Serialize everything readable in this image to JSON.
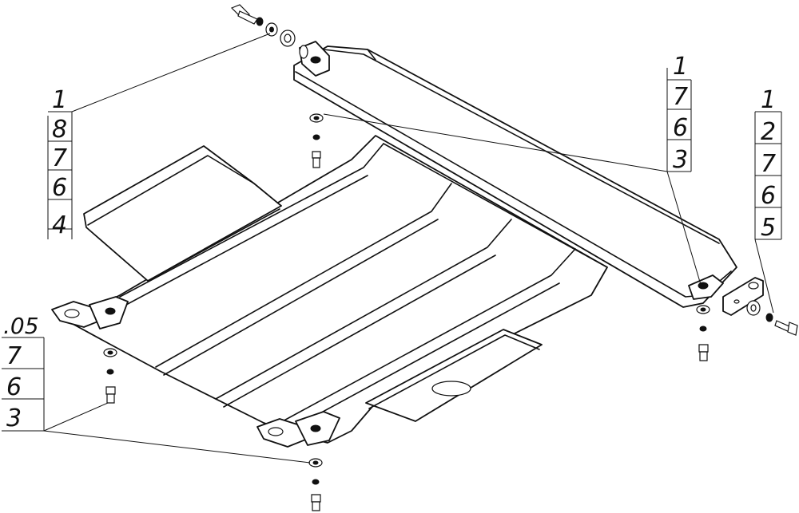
{
  "callouts": [
    {
      "id": "top-left",
      "labels": [
        "1",
        "8",
        "7",
        "6",
        "4"
      ]
    },
    {
      "id": "top-center",
      "labels": [
        "1",
        "7",
        "6",
        "3"
      ]
    },
    {
      "id": "right",
      "labels": [
        "1",
        "2",
        "7",
        "6",
        "5"
      ]
    },
    {
      "id": "bottom-left",
      "labels": [
        ".05",
        "7",
        "6",
        "3"
      ]
    }
  ],
  "colors": {
    "line": "#111111",
    "background": "#ffffff"
  }
}
